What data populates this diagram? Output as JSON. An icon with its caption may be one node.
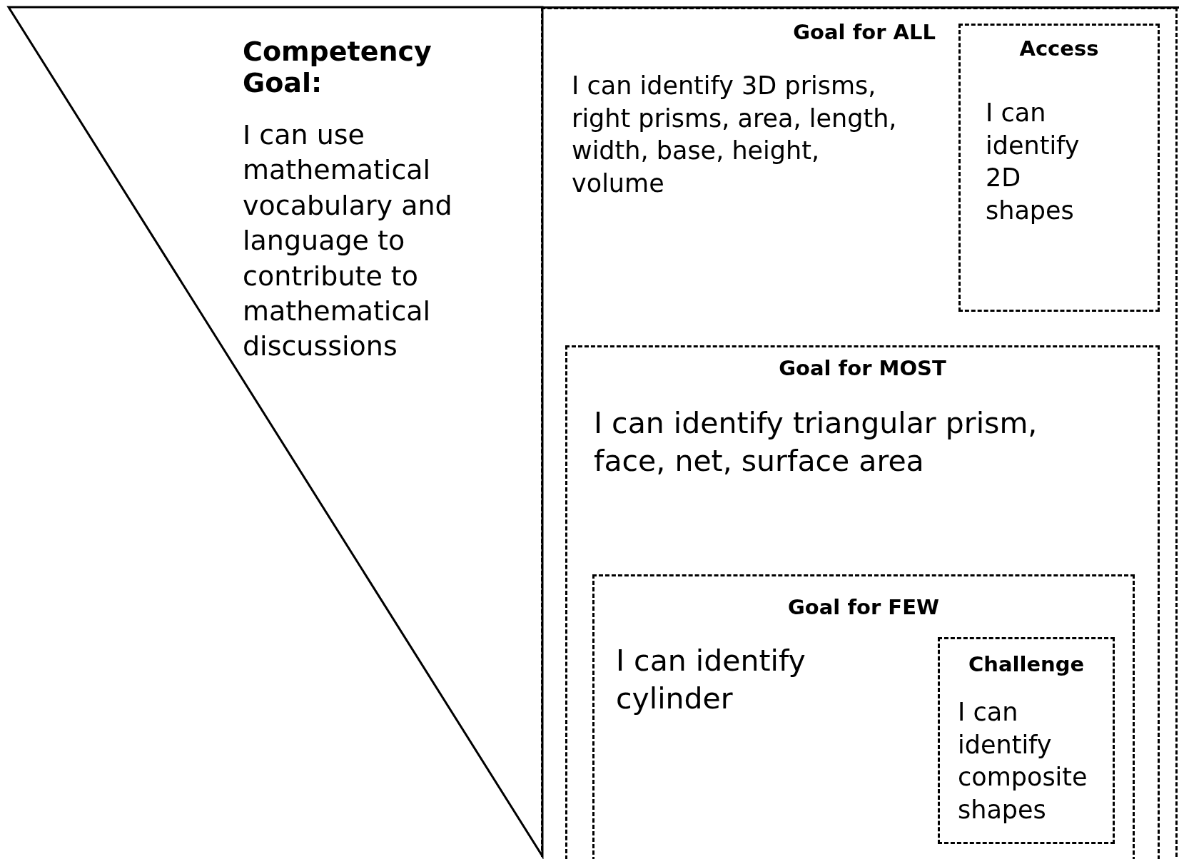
{
  "diagram": {
    "nodes": [
      {
        "text": [
          "Competency Goal:",
          "I can use mathematical vocabulary and language to contribute to mathematical discussions"
        ]
      },
      {
        "text": [
          "Goal for ALL",
          "I can identify 3D prisms, right prisms, area, length, width, base, height, volume"
        ]
      },
      {
        "text": [
          "Access",
          "I can identify 2D shapes"
        ],
        "in": 1
      },
      {
        "text": [
          "Goal for MOST",
          "I can identify triangular prism, face, net, surface area"
        ],
        "in": 1
      },
      {
        "text": [
          "Goal for FEW",
          "I can identify cylinder"
        ],
        "in": 3
      },
      {
        "text": [
          "Challenge",
          "I can identify composite shapes"
        ],
        "in": 4
      }
    ]
  }
}
